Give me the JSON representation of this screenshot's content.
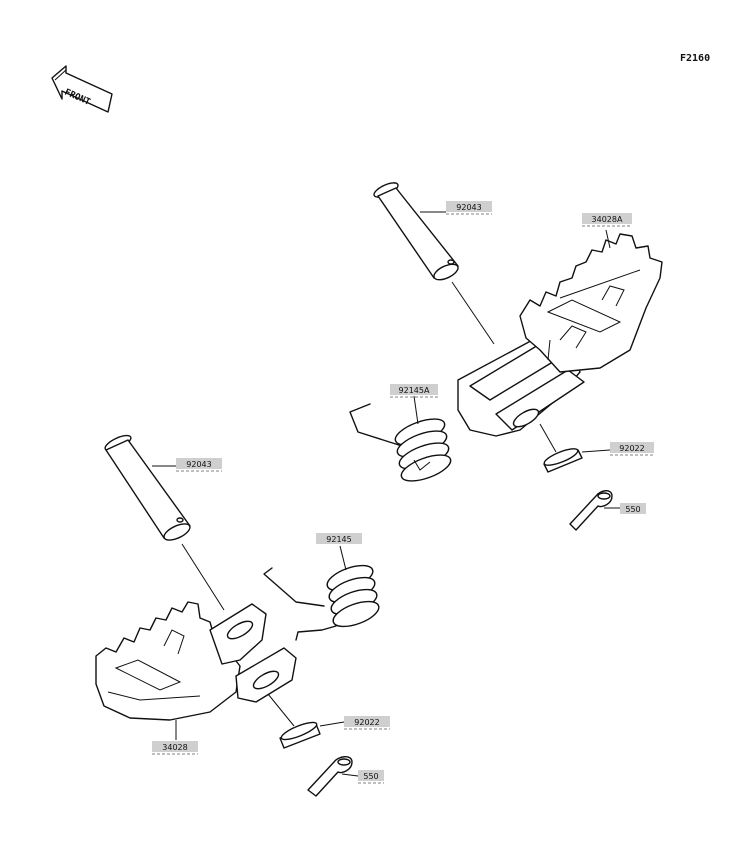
{
  "figure_code": "F2160",
  "front_label": "FRONT",
  "labels": {
    "pin_upper": "92043",
    "peg_right": "34028A",
    "spring_upper": "92145A",
    "washer_upper": "92022",
    "cotter_upper": "550",
    "pin_lower": "92043",
    "spring_lower": "92145",
    "peg_left": "34028",
    "washer_lower": "92022",
    "cotter_lower": "550"
  }
}
